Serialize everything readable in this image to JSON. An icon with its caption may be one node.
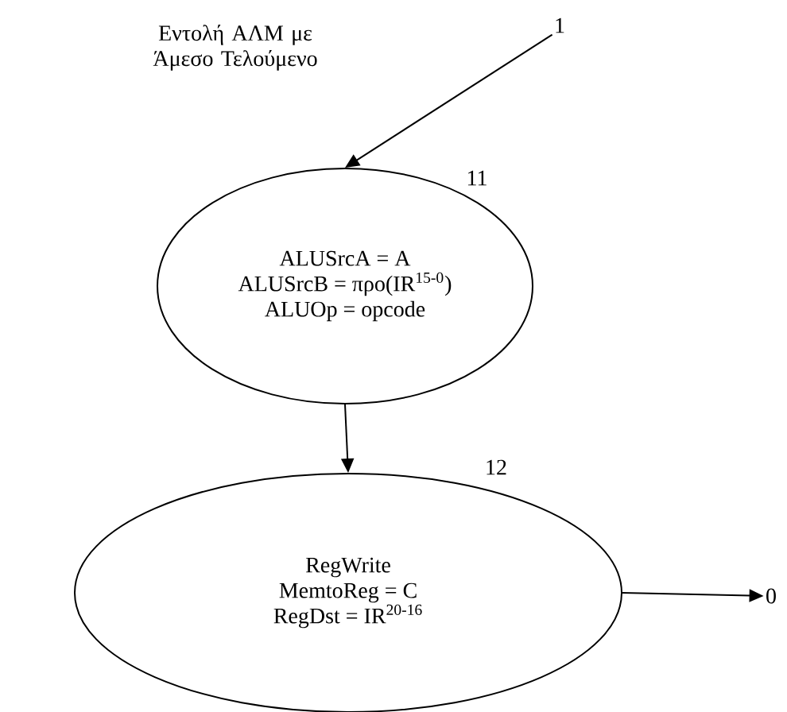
{
  "diagram": {
    "nodes": [
      {
        "text": [
          "1"
        ]
      },
      {
        "text": [
          "ALUSrcA = A",
          "ALUSrcB = προ(IR$^{15-0}$)",
          "ALUOp = opcode"
        ],
        "beside": [
          "11"
        ]
      },
      {
        "text": [
          "RegWrite",
          "MemtoReg = C",
          "RegDst = IR$^{20-16}$"
        ],
        "beside": [
          "12"
        ]
      },
      {
        "text": [
          "0"
        ]
      }
    ],
    "edges": [
      {
        "from": 0,
        "to": 1,
        "arrow": "to",
        "label": "Εντολή ΑΛΜ με Άμεσο Τελούμενο"
      },
      {
        "from": 1,
        "to": 2,
        "arrow": "to"
      },
      {
        "from": 2,
        "to": 3,
        "arrow": "to"
      }
    ]
  }
}
